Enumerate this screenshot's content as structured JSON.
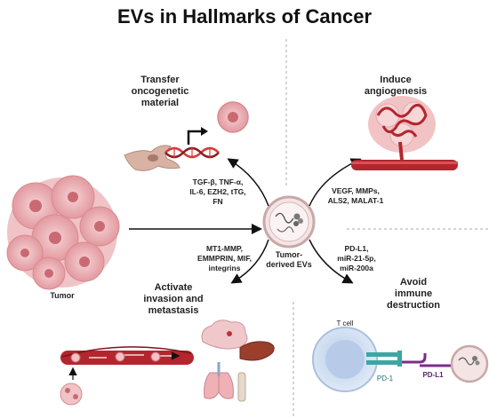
{
  "title": "EVs in Hallmarks of Cancer",
  "center": {
    "line1": "Tumor-",
    "line2": "derived EVs"
  },
  "tumor_label": "Tumor",
  "sections": {
    "transfer": {
      "heading": [
        "Transfer",
        "oncogenetic",
        "material"
      ],
      "molecules": [
        "TGF-β, TNF-α,",
        "IL-6, EZH2, tTG,",
        "FN"
      ]
    },
    "angiogenesis": {
      "heading": [
        "Induce",
        "angiogenesis"
      ],
      "molecules": [
        "VEGF, MMPs,",
        "ALS2, MALAT-1"
      ]
    },
    "invasion": {
      "heading": [
        "Activate",
        "invasion and",
        "metastasis"
      ],
      "molecules": [
        "MT1-MMP,",
        "EMMPRIN, MIF,",
        "integrins"
      ]
    },
    "immune": {
      "heading": [
        "Avoid",
        "immune",
        "destruction"
      ],
      "molecules": [
        "PD-L1,",
        "miR-21-5p,",
        "miR-200a"
      ],
      "tcell_label": "T cell",
      "pd1_label": "PD-1",
      "pdl1_label": "PD-L1"
    }
  },
  "colors": {
    "tumor": "#e8a0a4",
    "tumor_dark": "#c96a72",
    "vessel": "#b3262e",
    "dna_red": "#d63a3a",
    "tcell": "#c9daf0",
    "pd1": "#3aa7a5",
    "pdl1": "#7b2d8b",
    "arrow": "#111111"
  }
}
